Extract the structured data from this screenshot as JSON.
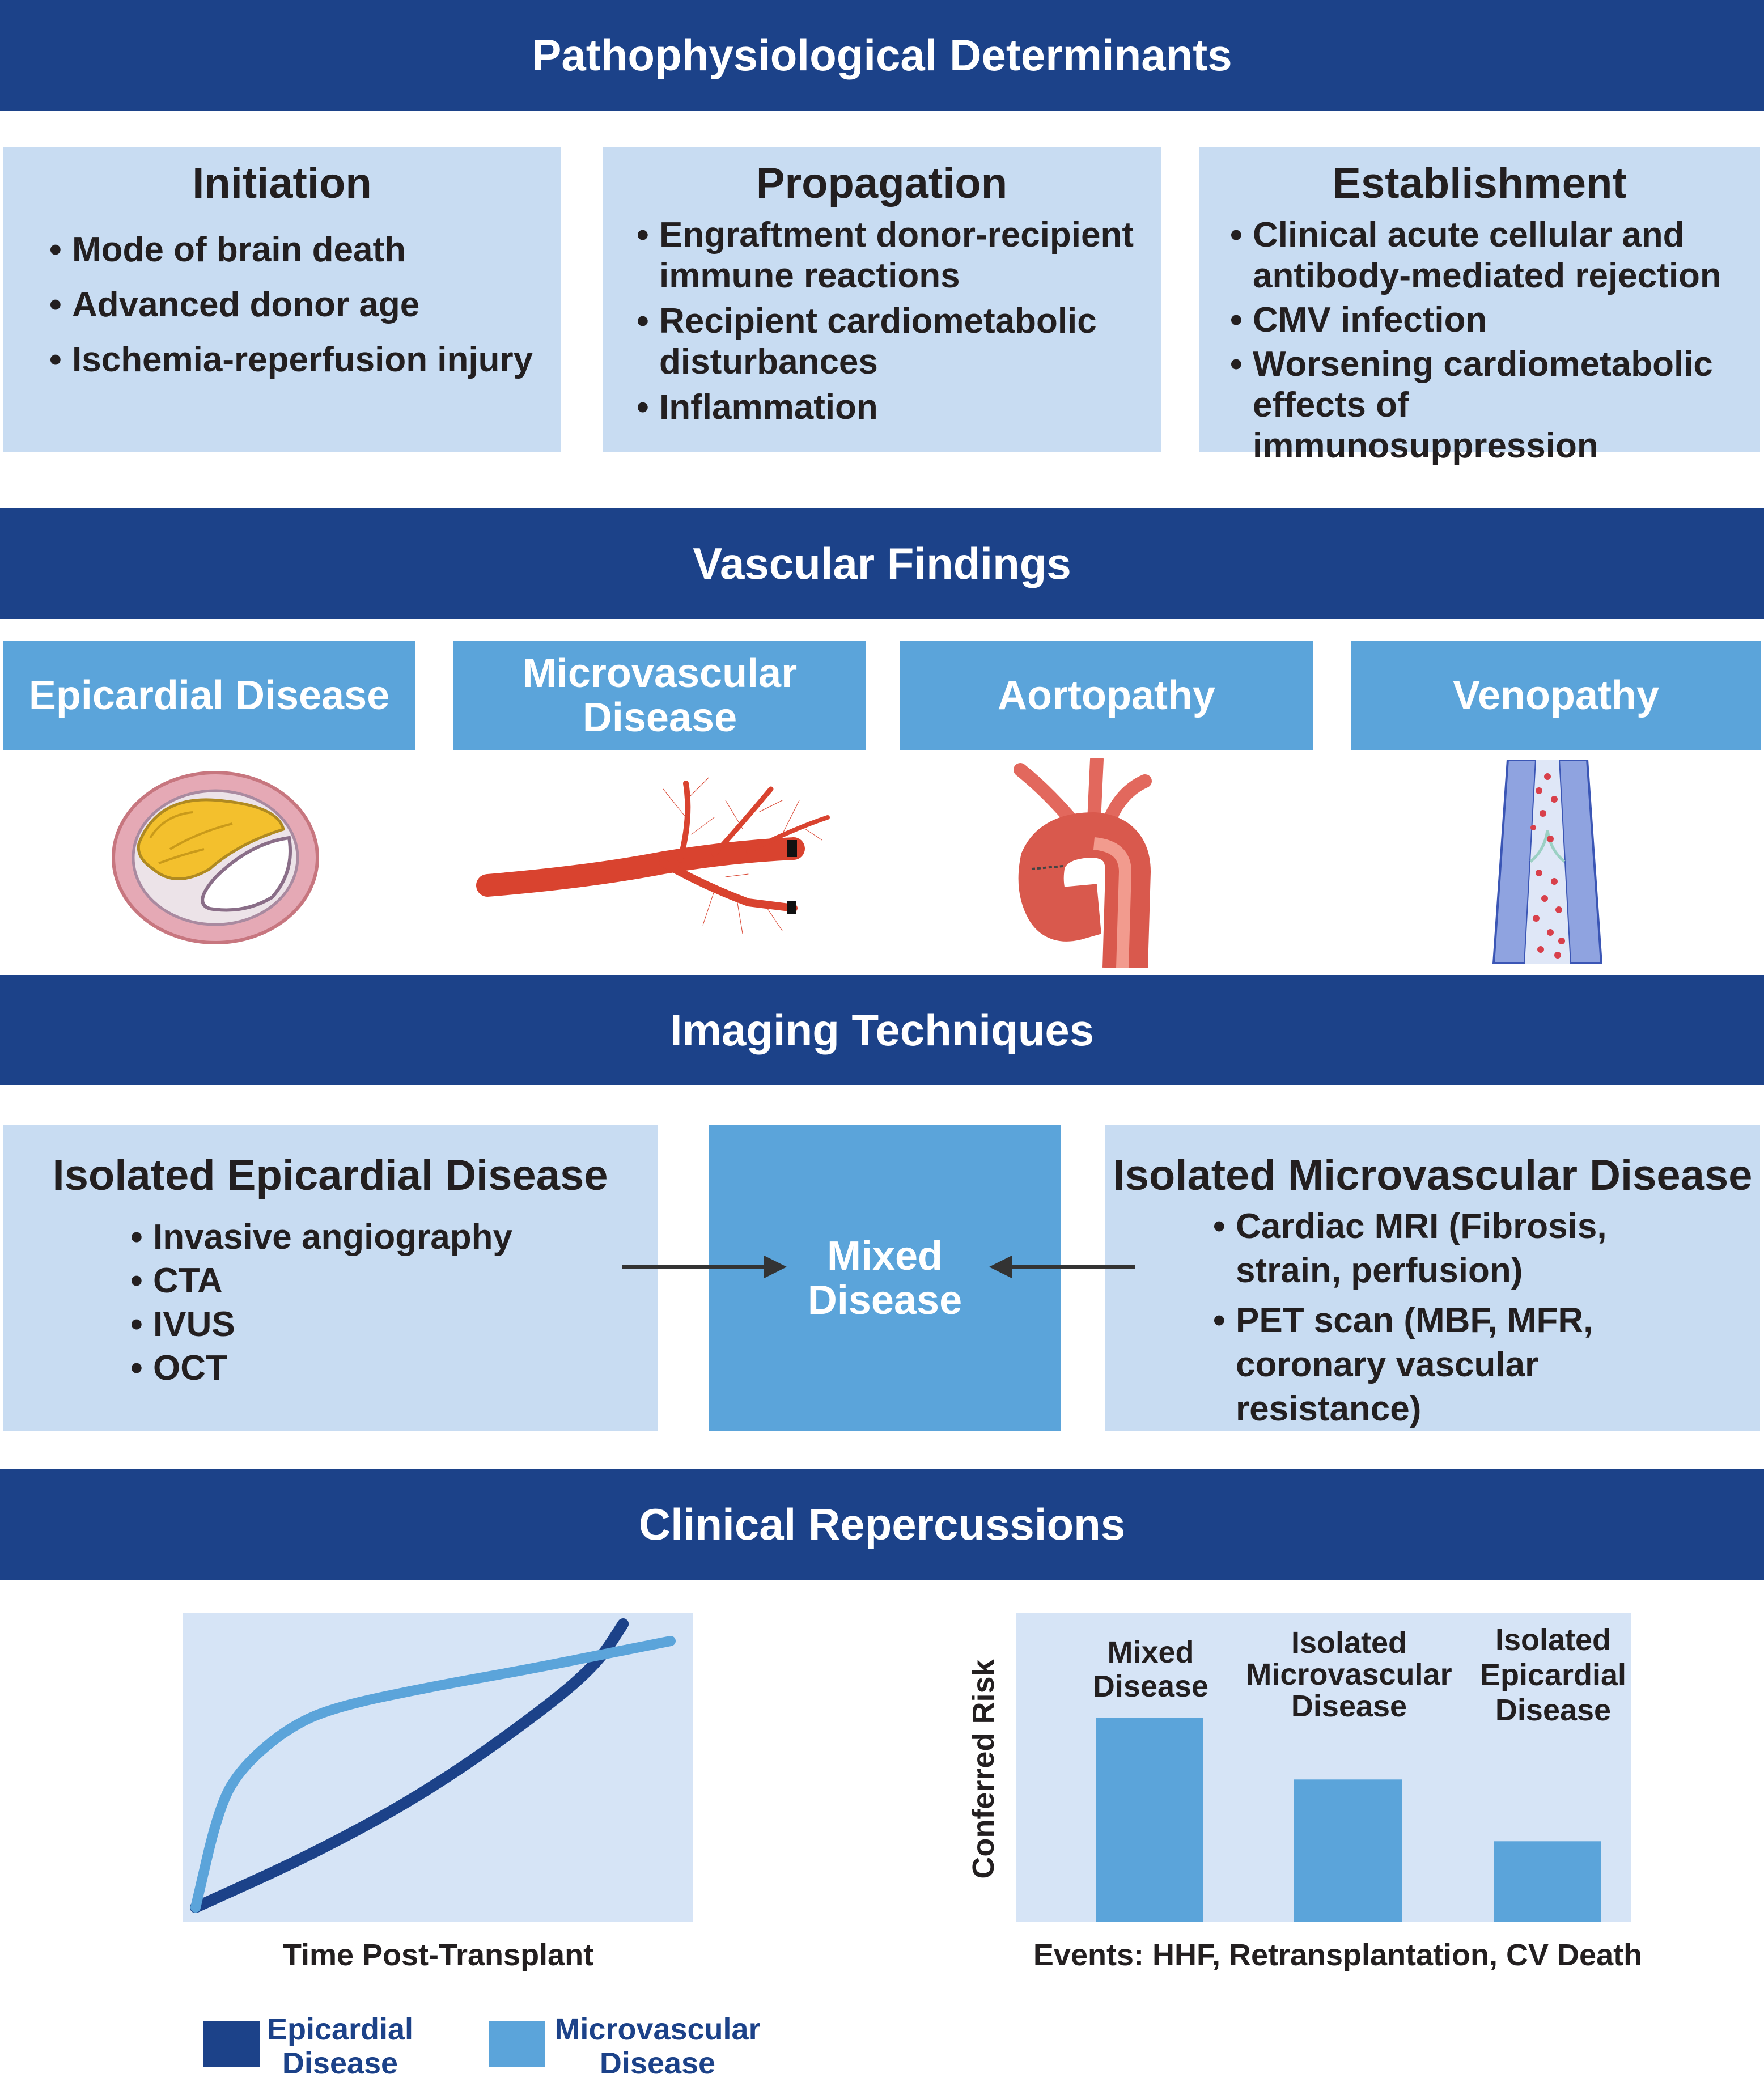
{
  "sections": {
    "pathophysiology": "Pathophysiological Determinants",
    "vascular": "Vascular Findings",
    "imaging": "Imaging Techniques",
    "clinical": "Clinical Repercussions"
  },
  "determinants": [
    {
      "title": "Initiation",
      "items": [
        "Mode of brain death",
        "Advanced donor age",
        "Ischemia-reperfusion injury"
      ]
    },
    {
      "title": "Propagation",
      "items": [
        "Engraftment donor-recipient immune reactions",
        "Recipient cardiometabolic disturbances",
        "Inflammation"
      ]
    },
    {
      "title": "Establishment",
      "items": [
        "Clinical acute cellular and antibody-mediated rejection",
        "CMV infection",
        "Worsening cardiometabolic effects of immunosuppression"
      ]
    }
  ],
  "vascular_findings": [
    {
      "label": "Epicardial Disease",
      "icon": "coronary-plaque-cross-section-icon"
    },
    {
      "label": "Microvascular Disease",
      "icon": "arteriole-branches-icon"
    },
    {
      "label": "Aortopathy",
      "icon": "aorta-icon"
    },
    {
      "label": "Venopathy",
      "icon": "vein-icon"
    }
  ],
  "imaging": {
    "epicardial": {
      "title": "Isolated Epicardial Disease",
      "items": [
        "Invasive angiography",
        "CTA",
        "IVUS",
        "OCT"
      ]
    },
    "mixed": "Mixed Disease",
    "microvascular": {
      "title": "Isolated Microvascular Disease",
      "items": [
        "Cardiac MRI (Fibrosis, strain, perfusion)",
        "PET scan (MBF, MFR, coronary vascular resistance)"
      ]
    }
  },
  "chart_data": [
    {
      "type": "line",
      "xlabel": "Time Post-Transplant",
      "ylabel": "",
      "grid": false,
      "legend_position": "bottom",
      "series": [
        {
          "name": "Epicardial Disease",
          "color": "#1c4289",
          "x": [
            0,
            0.25,
            0.5,
            0.75,
            0.85,
            0.9
          ],
          "y": [
            0,
            0.19,
            0.42,
            0.72,
            0.87,
            1.0
          ]
        },
        {
          "name": "Microvascular Disease",
          "color": "#5ba4da",
          "x": [
            0,
            0.05,
            0.1,
            0.2,
            0.3,
            0.5,
            0.7,
            0.85,
            1.0
          ],
          "y": [
            0,
            0.36,
            0.5,
            0.64,
            0.71,
            0.78,
            0.84,
            0.89,
            0.94
          ]
        }
      ]
    },
    {
      "type": "bar",
      "title": "",
      "xlabel": "Events: HHF, Retransplantation, CV Death",
      "ylabel": "Conferred Risk",
      "categories": [
        "Mixed Disease",
        "Isolated Microvascular Disease",
        "Isolated Epicardial Disease"
      ],
      "values": [
        0.66,
        0.46,
        0.26
      ],
      "color": "#5ba4da"
    }
  ],
  "legend": [
    {
      "label": "Epicardial Disease",
      "color": "#1c4289"
    },
    {
      "label": "Microvascular Disease",
      "color": "#5ba4da"
    }
  ]
}
